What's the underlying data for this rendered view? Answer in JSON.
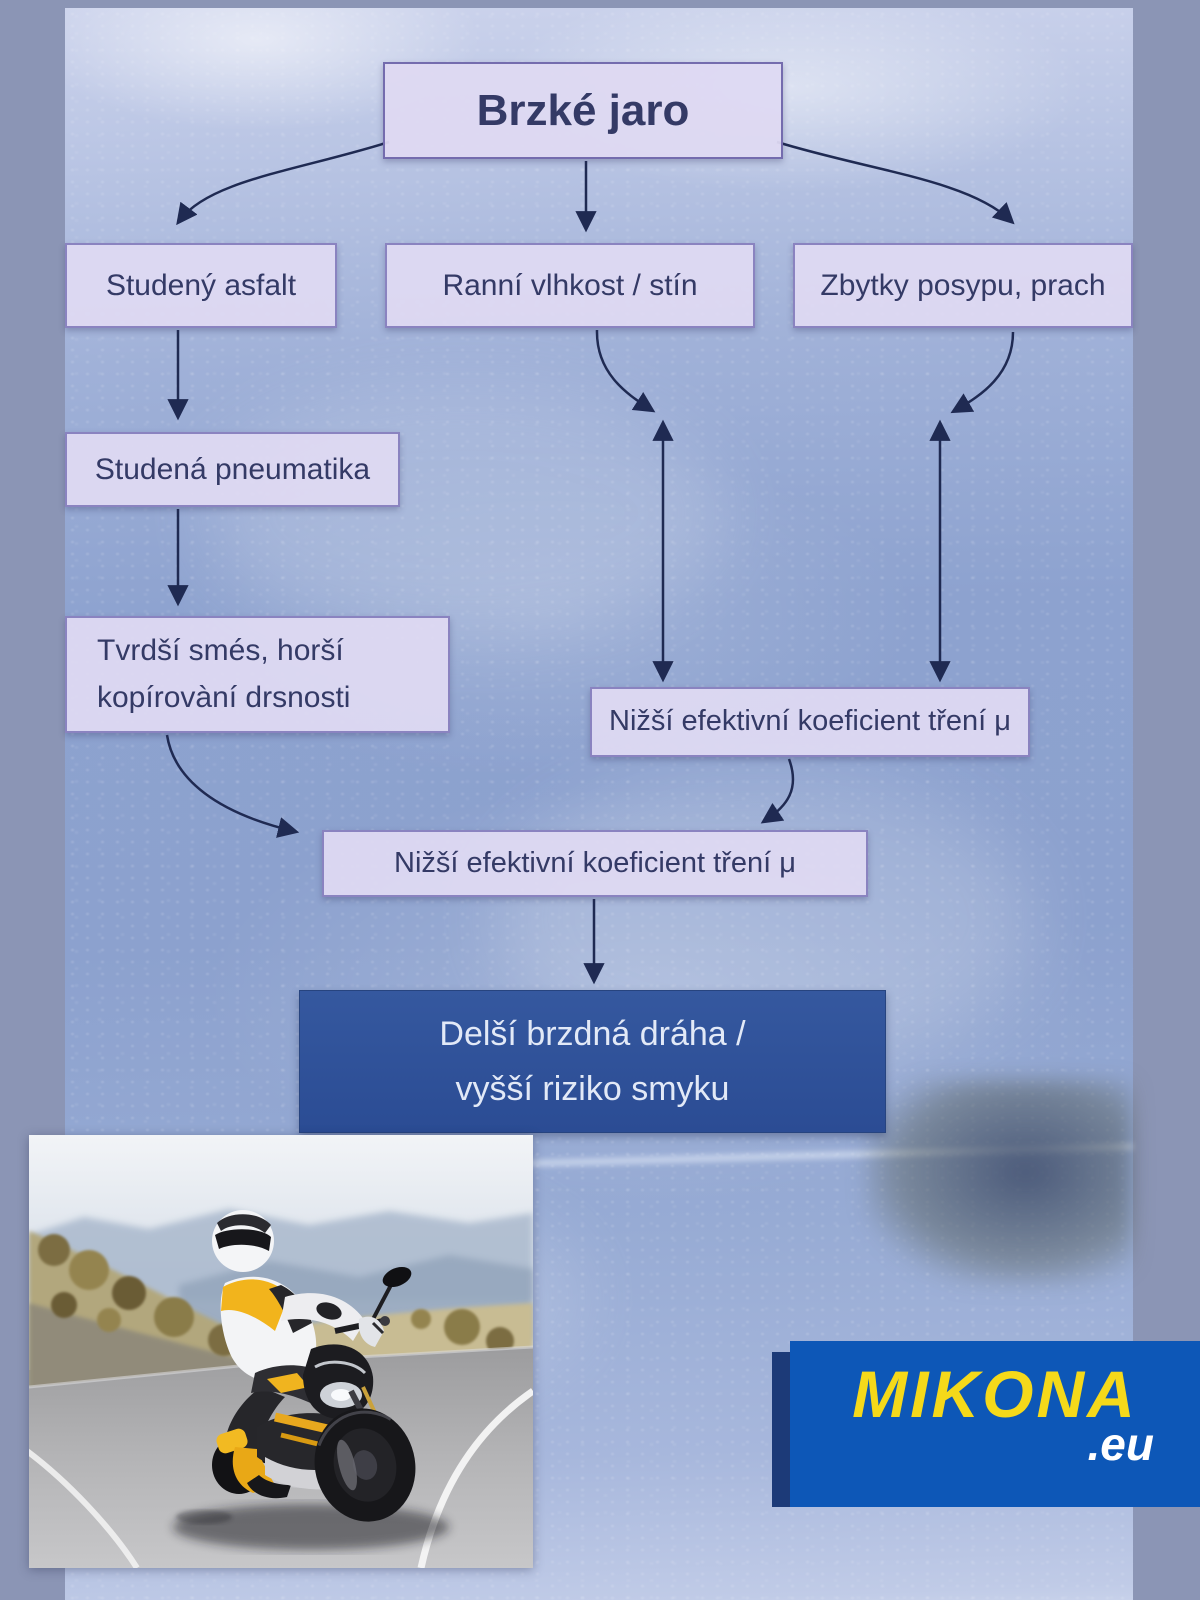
{
  "flowchart": {
    "root": {
      "label": "Brzké jaro"
    },
    "level1": [
      {
        "label": "Studený asfalt"
      },
      {
        "label": "Ranní vlhkost / stín"
      },
      {
        "label": "Zbytky posypu, prach"
      }
    ],
    "cold_tire": {
      "label": "Studená pneumatika"
    },
    "hard_compound": {
      "line1": "Tvrdší smés, horší",
      "line2": "kopírovàní drsnosti"
    },
    "friction_upper": {
      "label": "Nižší efektivní koeficient tření μ"
    },
    "friction_lower": {
      "label": "Nižší efektivní koeficient tření μ"
    },
    "result": {
      "line1": "Delší brzdná dráha /",
      "line2": "vyšší riziko smyku"
    },
    "edges": [
      {
        "from": "Brzké jaro",
        "to": "Studený asfalt"
      },
      {
        "from": "Brzké jaro",
        "to": "Ranní vlhkost / stín"
      },
      {
        "from": "Brzké jaro",
        "to": "Zbytky posypu, prach"
      },
      {
        "from": "Studený asfalt",
        "to": "Studená pneumatika"
      },
      {
        "from": "Studená pneumatika",
        "to": "Tvrdší smés, horší kopírovàní drsnosti"
      },
      {
        "from": "Ranní vlhkost / stín",
        "to": "Nižší efektivní koeficient tření μ (horní)"
      },
      {
        "from": "Zbytky posypu, prach",
        "to": "Nižší efektivní koeficient tření μ (horní)"
      },
      {
        "from": "Tvrdší smés, horší kopírovàní drsnosti",
        "to": "Nižší efektivní koeficient tření μ (dolní)"
      },
      {
        "from": "Nižší efektivní koeficient tření μ (horní)",
        "to": "Nižší efektivní koeficient tření μ (dolní)"
      },
      {
        "from": "Nižší efektivní koeficient tření μ (dolní)",
        "to": "Delší brzdná dráha / vyšší riziko smyku"
      }
    ]
  },
  "logo": {
    "brand": "MIKONA",
    "tld": ".eu"
  },
  "photo": {
    "description": "Motorcyclist in yellow and white leathers cornering on a mountain road"
  },
  "colors": {
    "frame": "#8b95b5",
    "box_fill": "#ded9f2",
    "box_border": "#8a83c0",
    "box_text": "#343a66",
    "arrow": "#1f2a52",
    "result_fill": "#2e509f",
    "result_text": "#e2e9f7",
    "logo_blue": "#0d57b7",
    "logo_yellow": "#f5d91a",
    "logo_tld_white": "#ffffff"
  }
}
